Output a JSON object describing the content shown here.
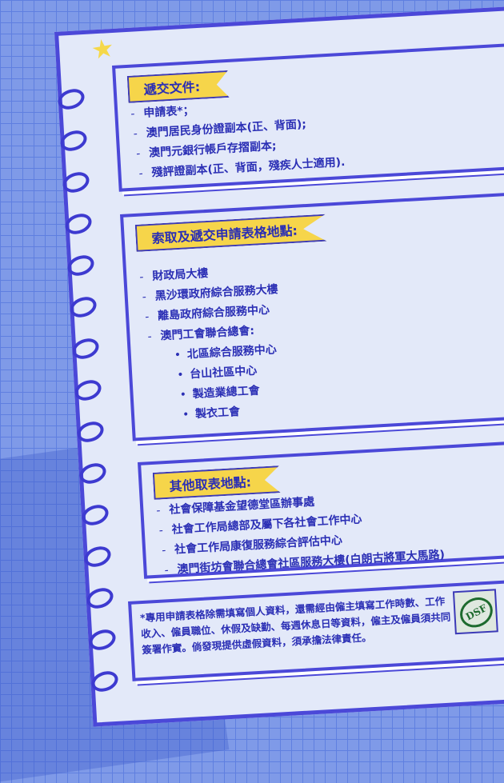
{
  "submit_section": {
    "title": "遞交文件:",
    "items": [
      "申請表*；",
      "澳門居民身份證副本(正、背面);",
      "澳門元銀行帳戶存摺副本;",
      "殘評證副本(正、背面，殘疾人士適用)."
    ]
  },
  "locations_section": {
    "title": "索取及遞交申請表格地點:",
    "items": [
      {
        "text": "財政局大樓",
        "sub": false
      },
      {
        "text": "黑沙環政府綜合服務大樓",
        "sub": false
      },
      {
        "text": "離島政府綜合服務中心",
        "sub": false
      },
      {
        "text": "澳門工會聯合總會:",
        "sub": false
      },
      {
        "text": "北區綜合服務中心",
        "sub": true
      },
      {
        "text": "台山社區中心",
        "sub": true
      },
      {
        "text": "製造業總工會",
        "sub": true
      },
      {
        "text": "製衣工會",
        "sub": true
      }
    ]
  },
  "other_section": {
    "title": "其他取表地點:",
    "items": [
      "社會保障基金望德堂區辦事處",
      "社會工作局總部及屬下各社會工作中心",
      "社會工作局康復服務綜合評估中心",
      "澳門街坊會聯合總會社區服務大樓(白朗古將軍大馬路)"
    ]
  },
  "note": {
    "text": "*專用申請表格除需填寫個人資料，還需經由僱主填寫工作時數、工作收入、僱員職位、休假及缺勤、每週休息日等資料，僱主及僱員須共同簽署作實。倘發現提供虛假資料，須承擔法律責任。",
    "logo": "DSF"
  },
  "colors": {
    "accent": "#4b48d8",
    "tag": "#f6d54a",
    "text": "#2b2fb5"
  }
}
